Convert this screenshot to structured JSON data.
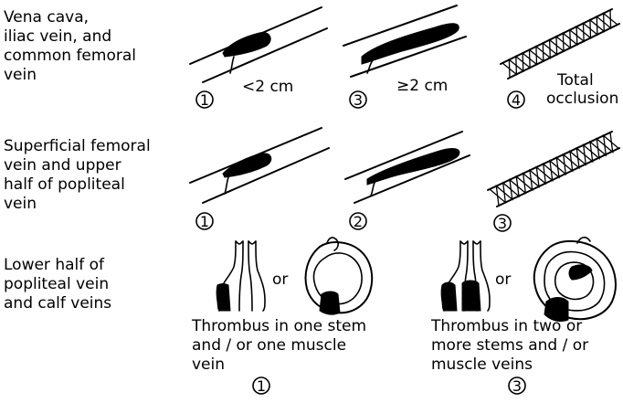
{
  "rows": [
    {
      "label_lines": [
        "Vena cava,",
        "iliac vein, and",
        "common femoral",
        "vein"
      ],
      "panels": [
        {
          "grade": "1",
          "annotation": "<2 cm"
        },
        {
          "grade": "3",
          "annotation": "≥2 cm"
        },
        {
          "grade": "4",
          "annotation_lines": [
            "Total",
            "occlusion"
          ]
        }
      ]
    },
    {
      "label_lines": [
        "Superficial femoral",
        "vein and upper",
        "half of popliteal",
        "vein"
      ],
      "panels": [
        {
          "grade": "1"
        },
        {
          "grade": "2"
        },
        {
          "grade": "3"
        }
      ]
    },
    {
      "label_lines": [
        "Lower half of",
        "popliteal vein",
        "and calf veins"
      ],
      "panels": [
        {
          "or_label": "or",
          "caption_lines": [
            "Thrombus in one stem",
            "and / or one muscle",
            "vein"
          ],
          "grade": "1"
        },
        {
          "or_label": "or",
          "caption_lines": [
            "Thrombus in two or",
            "more stems and / or",
            "muscle veins"
          ],
          "grade": "3"
        }
      ]
    }
  ]
}
